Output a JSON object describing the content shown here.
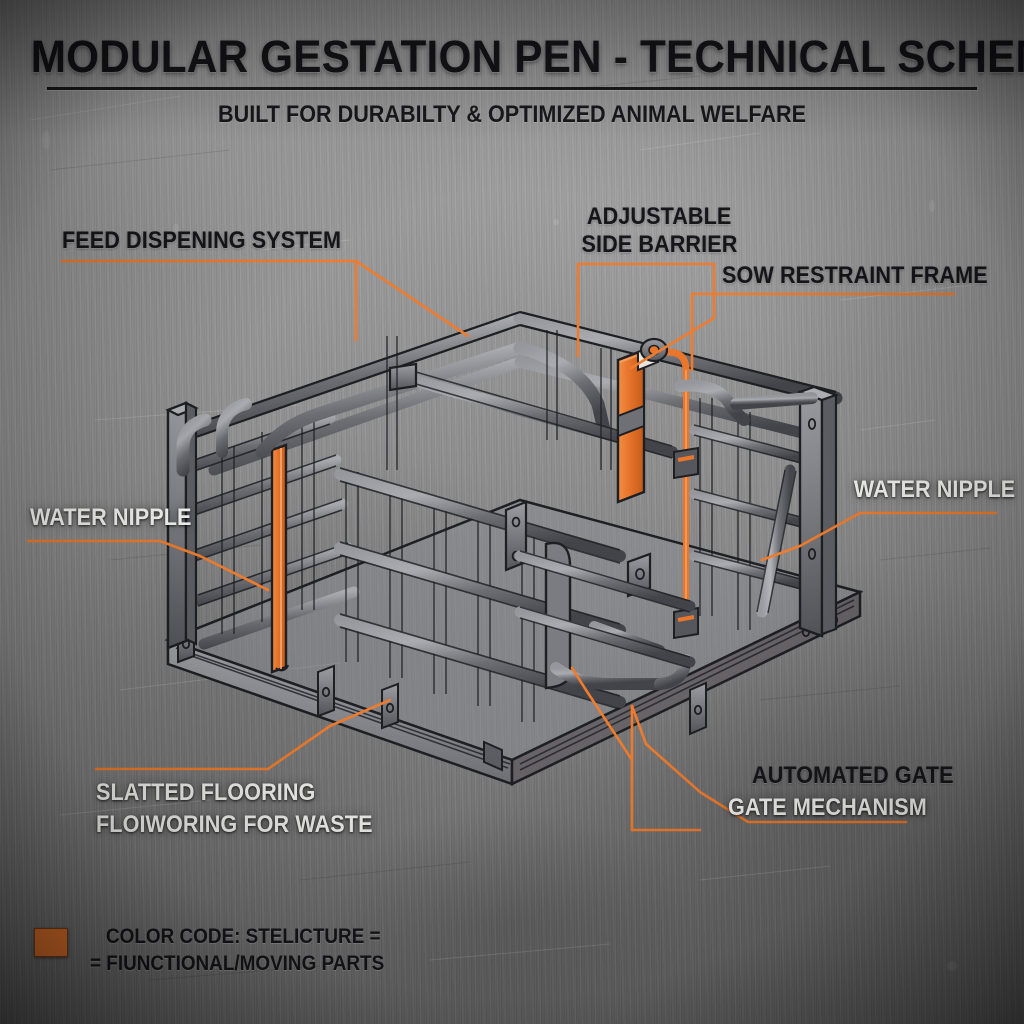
{
  "header": {
    "title": "MODULAR GESTATION PEN - TECHNICAL SCHEMATIC",
    "subtitle": "BUILT FOR DURABILTY & OPTIMIZED ANIMAL WELFARE"
  },
  "callouts": [
    {
      "id": "feed-dispensing-system",
      "label": "FEED DISPENING SYSTEM",
      "style": "dark"
    },
    {
      "id": "adjustable-side-barrier-line1",
      "label": "ADJUSTABLE",
      "style": "dark"
    },
    {
      "id": "adjustable-side-barrier-line2",
      "label": "SIDE BARRIER",
      "style": "dark"
    },
    {
      "id": "sow-restraint-frame",
      "label": "SOW RESTRAINT FRAME",
      "style": "dark"
    },
    {
      "id": "water-nipple-left",
      "label": "WATER NIPPLE",
      "style": "light"
    },
    {
      "id": "water-nipple-right",
      "label": "WATER NIPPLE",
      "style": "light"
    },
    {
      "id": "slatted-flooring",
      "label": "SLATTED FLOORING",
      "style": "light"
    },
    {
      "id": "flooring-for-waste",
      "label": "FLOIWORING FOR WASTE",
      "style": "light"
    },
    {
      "id": "automated-gate",
      "label": "AUTOMATED GATE",
      "style": "dark"
    },
    {
      "id": "gate-mechanism",
      "label": "GATE MECHANISM",
      "style": "light"
    }
  ],
  "legend": {
    "line1": "COLOR CODE: STELICTURE =",
    "line2": "= FIUNCTIONAL/MOVING PARTS",
    "swatch_color": "#e8762c"
  },
  "colors": {
    "accent_orange": "#e8762c",
    "leader_line": "#ef7c2e",
    "steel_light": "#8e9095",
    "steel_mid": "#6e7075",
    "steel_dark": "#4a4c51",
    "outline": "#1d1f23",
    "text_dark": "#16161a",
    "text_light": "#f2f2f0",
    "background_metal": "#8d8d8d"
  },
  "diagram": {
    "name": "modular-gestation-pen-isometric-illustration",
    "description": "Isometric technical illustration of a welded tubular steel sow gestation pen with slatted base platform, front and rear gates, adjustable orange side barriers, orange water nipple lines and an automated gate mechanism."
  }
}
